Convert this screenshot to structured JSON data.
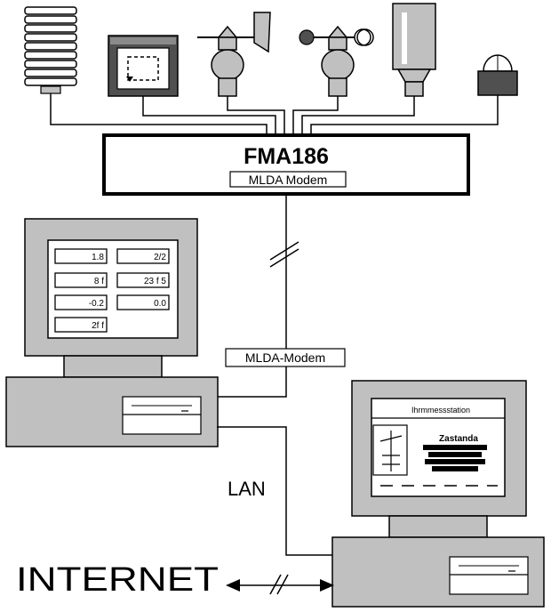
{
  "central_unit": {
    "title": "FMA186",
    "sub_label": "MLDA Modem"
  },
  "modem_label": "MLDA-Modem",
  "lan_label": "LAN",
  "internet_label": "INTERNET",
  "left_monitor": {
    "values": [
      "1.8",
      "2/2",
      "8 f",
      "23 f 5",
      "-0.2",
      "0.0",
      "2f f"
    ]
  },
  "right_monitor": {
    "title": "Ihrmmessstation",
    "panel_text": "Zastanda"
  },
  "colors": {
    "line": "#000000",
    "gray": "#c0c0c0",
    "dark_gray": "#505050",
    "background": "#ffffff"
  },
  "icons": [
    "radiation-shield-icon",
    "sensor-box-icon",
    "wind-vane-icon",
    "anemometer-icon",
    "rain-gauge-icon",
    "dome-sensor-icon"
  ]
}
